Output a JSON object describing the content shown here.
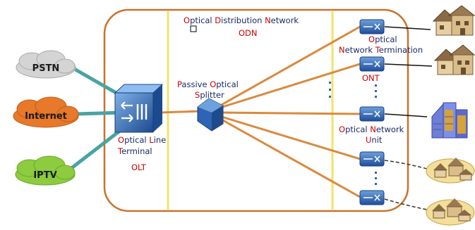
{
  "diagram": {
    "odn_title": {
      "words": [
        {
          "cap": "O",
          "rest": "ptical "
        },
        {
          "cap": "D",
          "rest": "istribution "
        },
        {
          "cap": "N",
          "rest": "etwork"
        }
      ],
      "abbr": "ODN"
    },
    "services": [
      {
        "label": "PSTN",
        "fill": "#d4d4d4",
        "text_color": "#1a1a1a"
      },
      {
        "label": "Internet",
        "fill": "#e8782a",
        "text_color": "#1a1a1a"
      },
      {
        "label": "IPTV",
        "fill": "#8ccc3e",
        "text_color": "#1a1a1a"
      }
    ],
    "olt": {
      "line1": [
        {
          "cap": "O",
          "rest": "ptical "
        },
        {
          "cap": "L",
          "rest": "ine"
        }
      ],
      "line2": [
        {
          "cap": "T",
          "rest": "erminal"
        }
      ],
      "abbr": "OLT"
    },
    "splitter": {
      "line1": [
        {
          "cap": "P",
          "rest": "assive "
        },
        {
          "cap": "O",
          "rest": "ptical"
        }
      ],
      "line2": [
        {
          "cap": "S",
          "rest": "plitter"
        }
      ]
    },
    "ont": {
      "line1": [
        {
          "cap": "O",
          "rest": "ptical"
        }
      ],
      "line2": [
        {
          "cap": "N",
          "rest": "etwork "
        },
        {
          "cap": "T",
          "rest": "ermination"
        }
      ],
      "abbr": "ONT"
    },
    "onu": {
      "line1": [
        {
          "cap": "O",
          "rest": "ptical "
        },
        {
          "cap": "N",
          "rest": "etwork"
        }
      ],
      "line2": [
        {
          "cap": "U",
          "rest": "nit"
        }
      ]
    },
    "colors": {
      "border": "#c8732c",
      "divider": "#f2e36a",
      "fiber": "#d98a3e",
      "service_link": "#4aa3a3",
      "device": "#2f64b4",
      "caption_caps": "#cc0000",
      "caption_text": "#1a2a66",
      "abbr": "#cc0000"
    },
    "icons": [
      "cloud-icon",
      "olt-device-icon",
      "splitter-icon",
      "ont-device-icon",
      "house-icon",
      "office-building-icon"
    ]
  }
}
